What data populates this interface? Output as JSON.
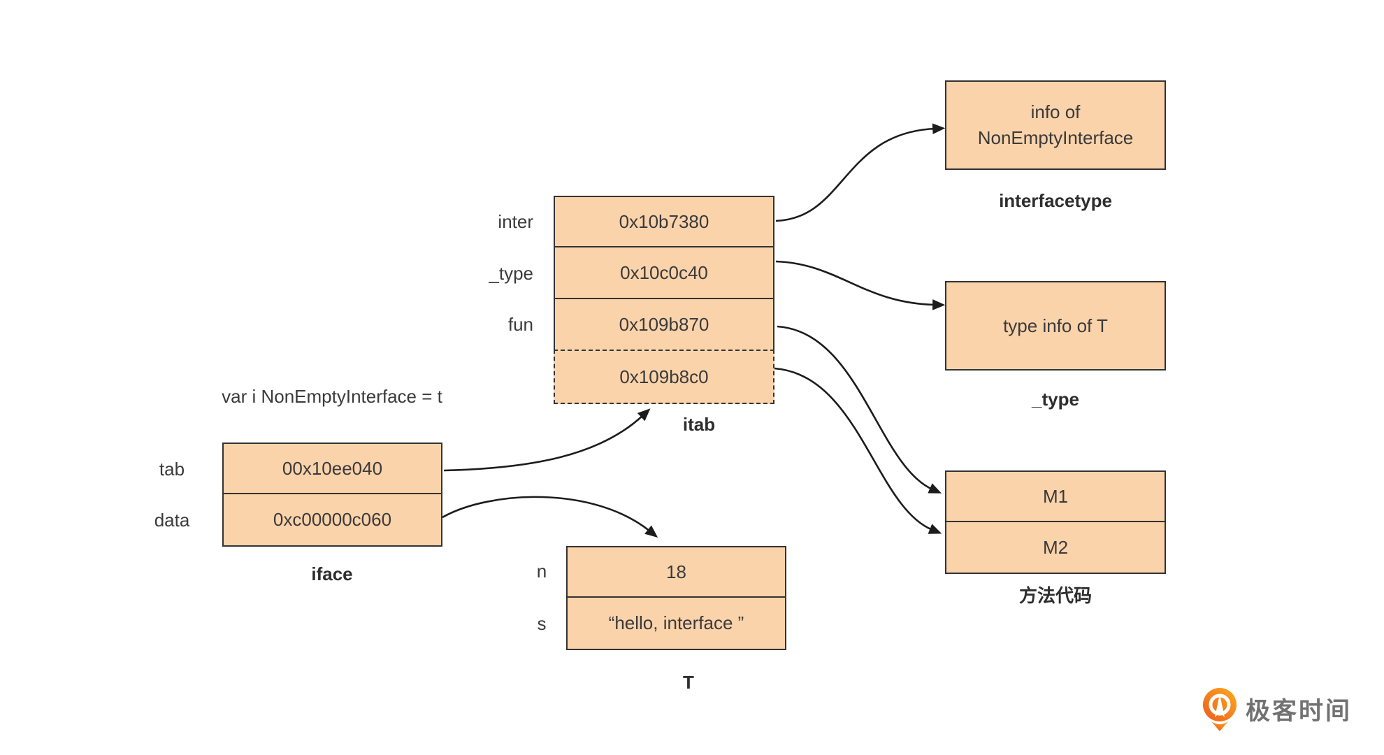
{
  "colors": {
    "box_fill": "#fbd3ab",
    "box_border": "#333333",
    "arrow": "#1c1c1c",
    "label_text": "#3a3a3a",
    "caption_text": "#2e2e2e",
    "logo_orange_dark": "#ee5a1e",
    "logo_orange_light": "#fcab1d",
    "logo_text_gray": "#717171"
  },
  "declaration": "var i NonEmptyInterface = t",
  "iface": {
    "caption": "iface",
    "rows": [
      {
        "label": "tab",
        "value": "00x10ee040"
      },
      {
        "label": "data",
        "value": "0xc00000c060"
      }
    ]
  },
  "itab": {
    "caption": "itab",
    "rows": [
      {
        "label": "inter",
        "value": "0x10b7380"
      },
      {
        "label": "_type",
        "value": "0x10c0c40"
      },
      {
        "label": "fun",
        "value": "0x109b870"
      },
      {
        "label": "",
        "value": "0x109b8c0"
      }
    ]
  },
  "t_struct": {
    "caption": "T",
    "rows": [
      {
        "label": "n",
        "value": "18"
      },
      {
        "label": "s",
        "value": "“hello, interface ”"
      }
    ]
  },
  "interfacetype": {
    "caption": "interfacetype",
    "lines": [
      "info of",
      "NonEmptyInterface"
    ]
  },
  "type_info": {
    "caption": "_type",
    "text": "type info of T"
  },
  "methods": {
    "caption": "方法代码",
    "rows": [
      {
        "value": "M1"
      },
      {
        "value": "M2"
      }
    ]
  },
  "logo": {
    "text": "极客时间",
    "icon": "geektime-pin-icon"
  },
  "connections": [
    {
      "from": "itab.inter",
      "to": "interfacetype"
    },
    {
      "from": "itab._type",
      "to": "type_info"
    },
    {
      "from": "itab.fun",
      "to": "methods.M1"
    },
    {
      "from": "itab.fun+1",
      "to": "methods.M2"
    },
    {
      "from": "iface.tab",
      "to": "itab"
    },
    {
      "from": "iface.data",
      "to": "t_struct"
    }
  ]
}
